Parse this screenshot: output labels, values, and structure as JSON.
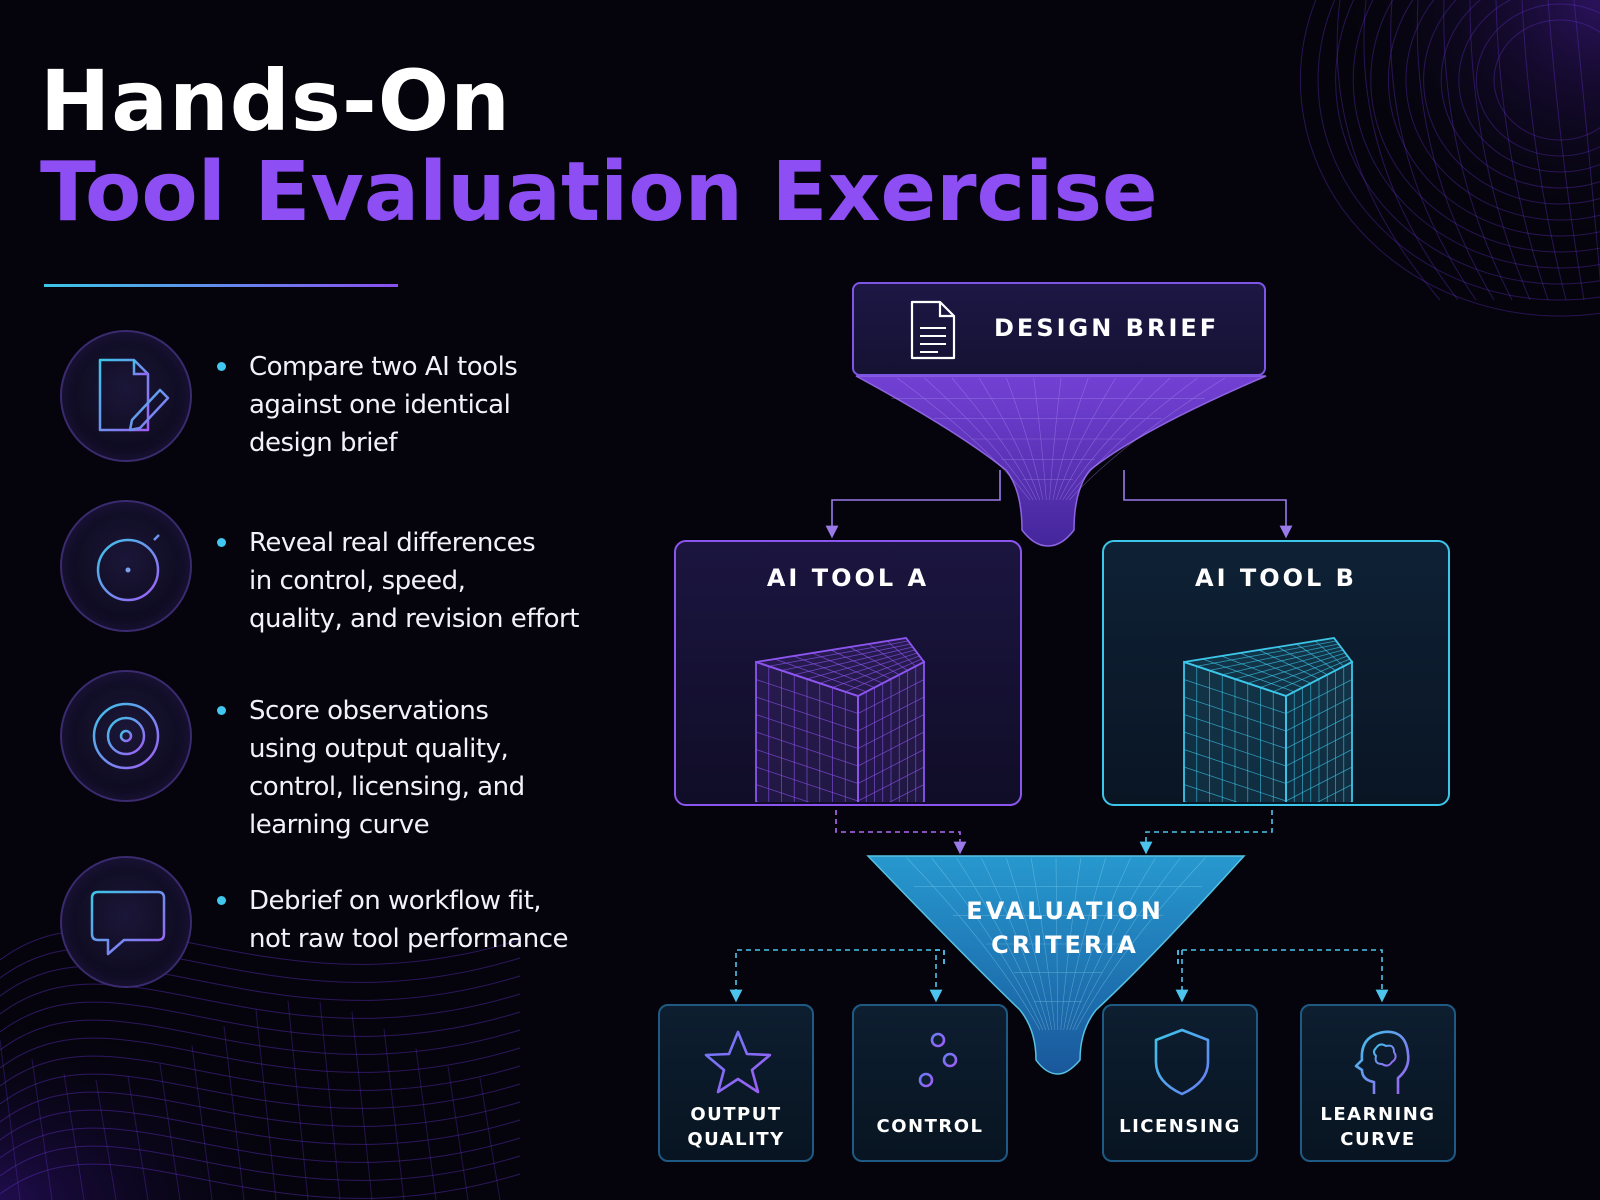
{
  "title": {
    "line1": "Hands-On",
    "line2": "Tool Evaluation Exercise"
  },
  "bullets": [
    {
      "icon": "document-pencil-icon",
      "lines": [
        "Compare two AI tools",
        "against one identical",
        "design brief"
      ]
    },
    {
      "icon": "stopwatch-icon",
      "lines": [
        "Reveal real differences",
        "in control, speed,",
        "quality, and revision effort"
      ]
    },
    {
      "icon": "target-icon",
      "lines": [
        "Score observations",
        "using output quality,",
        "control, licensing, and",
        "learning curve"
      ]
    },
    {
      "icon": "chat-bubble-icon",
      "lines": [
        "Debrief on workflow fit,",
        "not raw tool performance"
      ]
    }
  ],
  "diagram": {
    "brief": {
      "label": "DESIGN BRIEF",
      "icon": "document-icon"
    },
    "tool_a": {
      "label": "AI TOOL A",
      "color": "#8d55f0"
    },
    "tool_b": {
      "label": "AI TOOL B",
      "color": "#3cc6ea"
    },
    "evaluation": {
      "line1": "EVALUATION",
      "line2": "CRITERIA"
    },
    "criteria": [
      {
        "lines": [
          "OUTPUT",
          "QUALITY"
        ],
        "icon": "star-icon"
      },
      {
        "lines": [
          "CONTROL"
        ],
        "icon": "sliders-icon"
      },
      {
        "lines": [
          "LICENSING"
        ],
        "icon": "shield-icon"
      },
      {
        "lines": [
          "LEARNING",
          "CURVE"
        ],
        "icon": "brain-head-icon"
      }
    ]
  },
  "colors": {
    "accent_purple": "#8d4ef3",
    "accent_cyan": "#3cc6e8",
    "background": "#05040c"
  }
}
